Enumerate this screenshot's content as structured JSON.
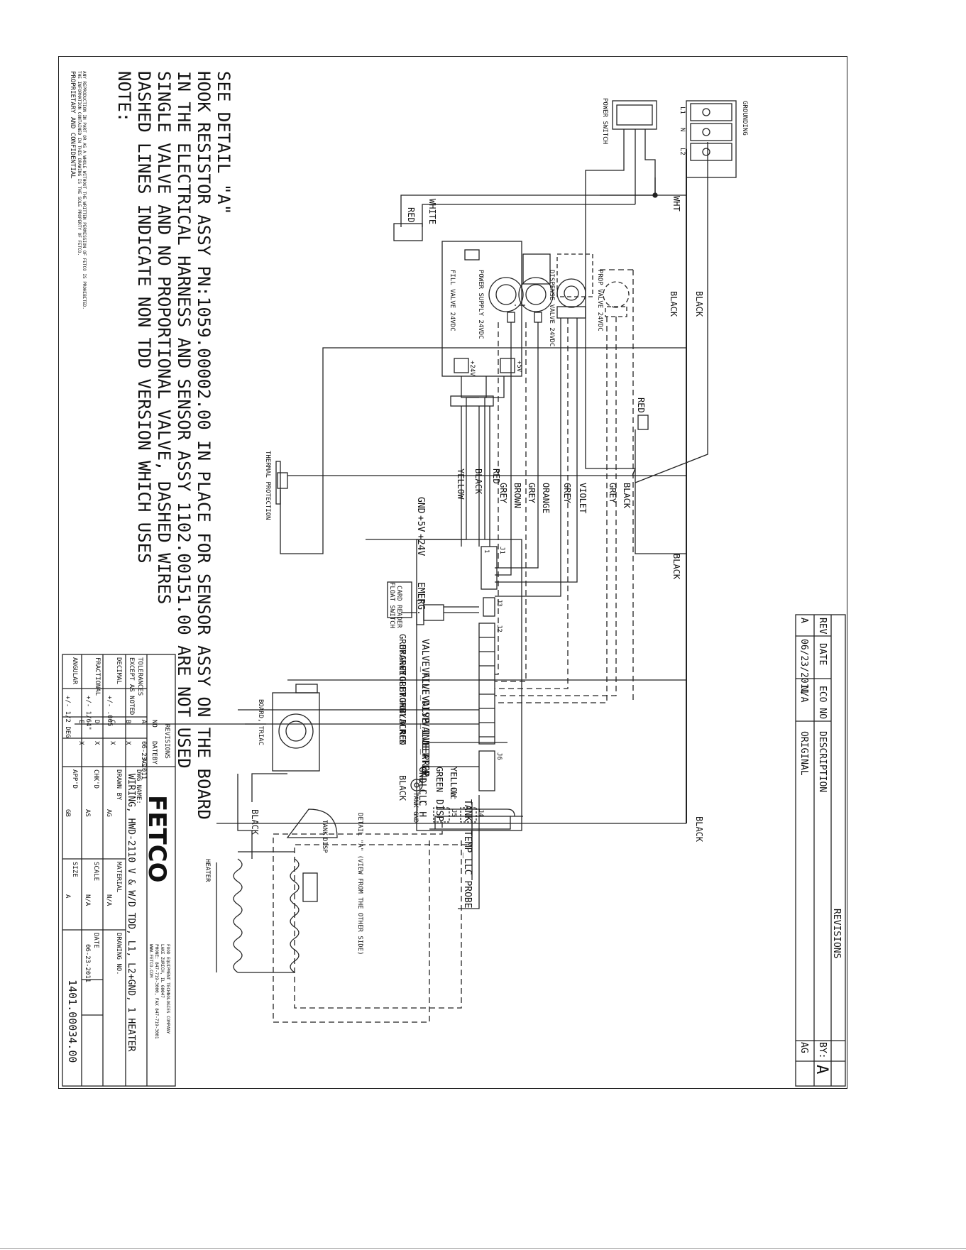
{
  "revisions_block": {
    "title": "REVISIONS",
    "col_rev": "REV",
    "col_date": "DATE",
    "col_eco": "ECO NO",
    "col_desc": "DESCRIPTION",
    "col_by": "BY:",
    "rev_letter": "A",
    "row_rev": "A",
    "row_date": "06/23/2011",
    "row_eco": "N/A",
    "row_desc": "ORIGINAL",
    "row_by": "AG"
  },
  "components": {
    "ground_label": "GROUNDING",
    "terminal_l1": "L1",
    "terminal_n": "N",
    "terminal_l2": "L2",
    "power_switch": "POWER SWITCH",
    "power_supply": "POWER SUPPLY 24VDC",
    "ps_5v": "+5V",
    "ps_24v": "+24V",
    "fill_valve": "FILL VALVE 24VDC",
    "dispense_valve": "DISPENSE VALVE 24VDC",
    "prop_valve": "PROP VALVE 24VDC",
    "thermal_protection": "THERMAL PROTECTION",
    "board_triac": "BOARD, TRIAC",
    "heater": "HEATER",
    "float_switch": "FLOAT SWITCH",
    "card_reader": "CARD READER",
    "llc": "LLC",
    "temp_probe": "TEMP_LLC PROBE",
    "tank_gnd": "TANK GND",
    "detail_a": "DETAIL \"A\" (VIEW FROM THE OTHER SIDE)",
    "detail_tank": "TANK",
    "detail_disp": "DISP"
  },
  "board": {
    "j1": "J1",
    "j2": "J2",
    "j3": "J3",
    "j6": "J6",
    "j4": "J4",
    "j5": "J5",
    "gnd": "GND",
    "p5v": "+5V",
    "p24v": "+24V",
    "emerg": "EMERG.",
    "valve_fill": "VALVE_FILL",
    "valve_disp": "VALVE_DISP",
    "valve_inlet": "VALVE_INLET",
    "valve_prop": "VALVE_PROP",
    "heater": "HEATER",
    "gnd2": "GND",
    "llc_l": "LLC_L",
    "llc_h": "LLC_H",
    "disp": "DISP",
    "tank": "TANK",
    "pin1": "1"
  },
  "wires": {
    "white": "WHITE",
    "red": "RED",
    "wht": "WHT",
    "black_1": "BLACK",
    "black_2": "BLACK",
    "black_3": "BLACK",
    "black_4": "BLACK",
    "red_ps": "RED",
    "black_ps": "BLACK",
    "yellow_ps": "YELLOW",
    "grey_a": "GREY",
    "brown_a": "BROWN",
    "grey_b": "GREY",
    "orange_a": "ORANGE",
    "grey_c": "GREY",
    "violet_a": "VIOLET",
    "grey_d": "GREY",
    "black_d": "BLACK",
    "red_thermal": "RED",
    "b_grey1": "GREY",
    "b_orange": "ORANGE",
    "b_grey2": "GREY",
    "b_violet": "VIOLET",
    "b_grey3": "GREY",
    "b_brown": "BROWN",
    "b_grey4": "GREY",
    "b_black1": "BLACK",
    "b_black2": "BLACK",
    "b_red": "RED",
    "b_black3": "BLACK",
    "yellow_llc": "YELLOW",
    "green_gnd": "GREEN",
    "black_heater": "BLACK"
  },
  "notes": {
    "title": "NOTE:",
    "line1": "DASHED LINES INDICATE NON TDD VERSION WHICH USES",
    "line2": "SINGLE VALVE AND NO PROPORTIONAL VALVE, DASHED WIRES",
    "line3": "IN THE ELECTRICAL HARNESS AND SENSOR ASSY 1102.00151.00 ARE NOT USED",
    "line4": "HOOK RESISTOR ASSY PN:1059.00002.00 IN PLACE FOR SENSOR ASSY ON THE BOARD",
    "line5": "SEE DETAIL \"A\""
  },
  "proprietary": {
    "line1": "PROPRIETARY AND CONFIDENTIAL",
    "line2": "THE INFORMATION CONTAINED IN THIS DRAWING IS THE SOLE PROPERTY OF FETCO.",
    "line3": "ANY REPRODUCTION IN PART OR AS A WHOLE WITHOUT THE WRITTEN PERMISSION OF FETCO IS PROHIBITED."
  },
  "title_block": {
    "tolerances": "TOLERANCES",
    "except_noted": "EXCEPT AS NOTED",
    "decimal": "DECIMAL",
    "decimal_val": "+/- .005",
    "fractional": "FRACTIONAL",
    "fractional_val": "+/- 1/64\"",
    "angular": "ANGULAR",
    "angular_val": "+/- 1/2 DEG",
    "revisions": "REVISIONS",
    "no": "NO",
    "date": "DATE",
    "by": "BY",
    "rev_rows": [
      {
        "no": "A",
        "date": "06-23-2011",
        "by": "AG"
      },
      {
        "no": "B",
        "date": "X",
        "by": ""
      },
      {
        "no": "C",
        "date": "X",
        "by": ""
      },
      {
        "no": "D",
        "date": "X",
        "by": ""
      },
      {
        "no": "E",
        "date": "X",
        "by": ""
      }
    ],
    "logo": "FETCO",
    "company_lines": [
      "FOOD EQUIPMENT TECHNOLOGIES COMPANY",
      "LAKE ZURICH, IL 60047",
      "PHONE: 847-719-3000, FAX 847-719-3001",
      "WWW.FETCO.COM"
    ],
    "dwg_name_label": "DWG NAME:",
    "dwg_name": "WIRING, HWD-2110 V & W/D TDD, L1, L2+GND, 1 HEATER",
    "drawn_by_label": "DRAWN BY",
    "drawn_by": "AG",
    "material_label": "MATERIAL",
    "material": "N/A",
    "chkd_label": "CHK'D",
    "chkd": "AS",
    "scale_label": "SCALE",
    "scale": "N/A",
    "appd_label": "APP'D",
    "appd": "GB",
    "size_label": "SIZE",
    "size": "A",
    "date_label": "DATE",
    "date_val": "06-23-2011",
    "drawing_no_label": "DRAWING NO.",
    "drawing_no": "1401.00034.00"
  }
}
